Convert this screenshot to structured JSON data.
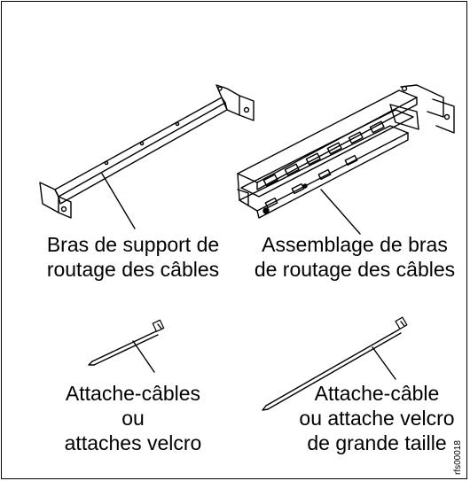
{
  "labels": {
    "support_arm": [
      "Bras de support de",
      "routage des câbles"
    ],
    "arm_assembly": [
      "Assemblage de bras",
      "de routage des câbles"
    ],
    "cable_ties": [
      "Attache-câbles",
      "ou",
      "attaches velcro"
    ],
    "large_tie": [
      "Attache-câble",
      "ou attache velcro",
      "de grande taille"
    ]
  },
  "figure_id": "rfs00018",
  "colors": {
    "line": "#000000",
    "background": "#ffffff"
  }
}
